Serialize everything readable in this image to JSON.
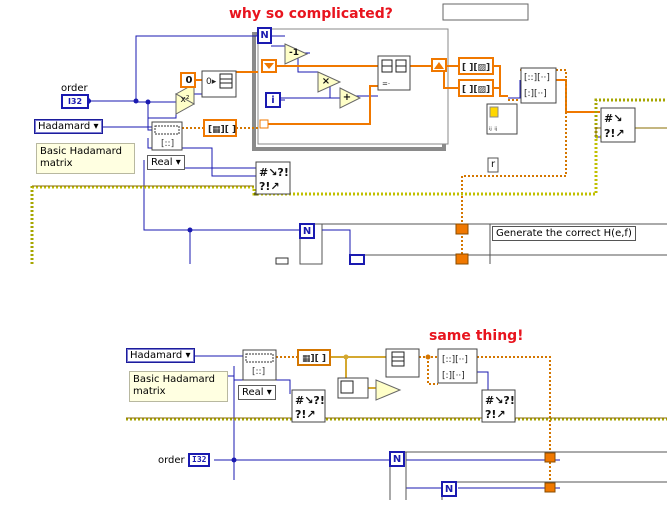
{
  "annotations": {
    "top": "why so complicated?",
    "bottom": "same thing!"
  },
  "top_diagram": {
    "order_label": "order",
    "order_type": "I32",
    "enum_value": "Hadamard",
    "note": "Basic Hadamard matrix",
    "ring_value": "Real",
    "constant_zero": "0",
    "loop_count_terminal": "N",
    "loop_index_terminal": "i",
    "square_label": "x²",
    "decrement_label": "-1",
    "multiply_label": "×",
    "add_label": "+",
    "r_label": "r",
    "subdiagram_label": "Generate the correct H(e,f)",
    "inner_loop_count_terminal": "N"
  },
  "bottom_diagram": {
    "enum_value": "Hadamard",
    "note": "Basic Hadamard matrix",
    "ring_value": "Real",
    "order_label": "order",
    "order_type": "I32",
    "loop_count_terminal_1": "N",
    "loop_count_terminal_2": "N"
  },
  "colors": {
    "annotation": "#e8141e",
    "numeric_wire": "#1a1ab0",
    "array_wire": "#f07800",
    "cluster_wire": "#8a6d00",
    "error_wire": "#a6a600"
  },
  "icons": [
    "while-loop-frame-icon",
    "for-loop-frame-icon",
    "build-array-icon",
    "array-size-icon",
    "reshape-array-icon",
    "transpose-icon",
    "error-handler-icon",
    "shift-register-icon"
  ]
}
